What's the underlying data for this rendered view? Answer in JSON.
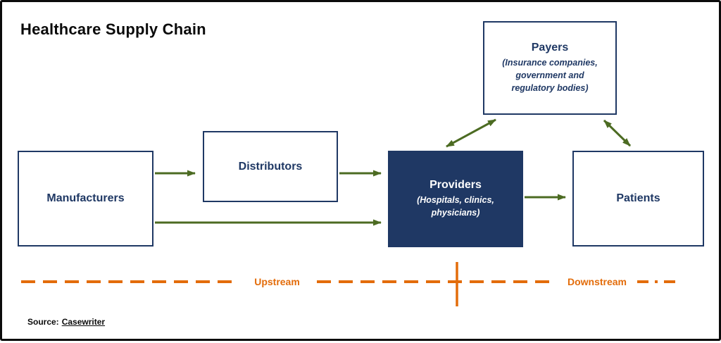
{
  "title": "Healthcare Supply Chain",
  "colors": {
    "navy": "#1F3864",
    "orange": "#E36C0A",
    "green": "#4C6B22"
  },
  "boxes": {
    "manufacturers": {
      "label": "Manufacturers"
    },
    "distributors": {
      "label": "Distributors"
    },
    "providers": {
      "label": "Providers",
      "sublabel": "(Hospitals, clinics, physicians)"
    },
    "patients": {
      "label": "Patients"
    },
    "payers": {
      "label": "Payers",
      "sublabel": "(Insurance companies, government and regulatory bodies)"
    }
  },
  "axis": {
    "upstream_label": "Upstream",
    "downstream_label": "Downstream"
  },
  "source": {
    "prefix": "Source:",
    "text": "Casewriter"
  }
}
